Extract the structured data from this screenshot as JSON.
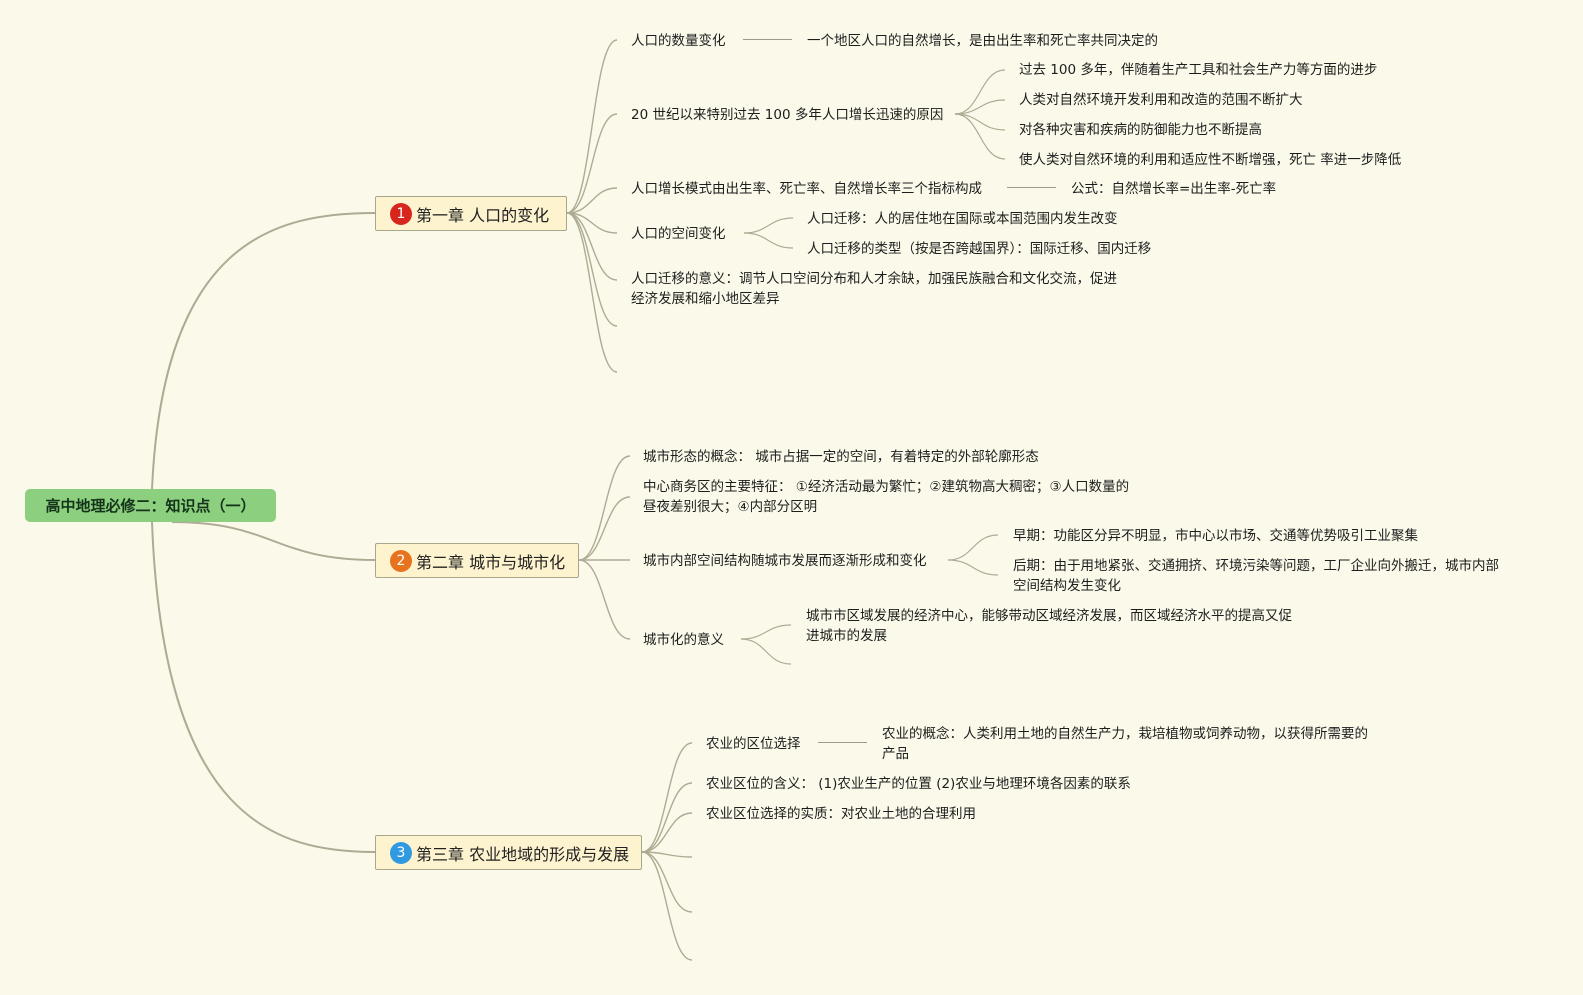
{
  "root": {
    "title": "高中地理必修二：知识点（一）",
    "color": "#8ccf7e"
  },
  "line_color": "#aeaa94",
  "chapters": [
    {
      "badge": "1",
      "badge_color": "#d7261e",
      "title": "第一章  人口的变化",
      "items": [
        "人口的数量变化",
        "一个地区人口的自然增长，是由出生率和死亡率共同决定的",
        "20 世纪以来特别过去 100 多年人口增长迅速的原因",
        "过去 100 多年，伴随着生产工具和社会生产力等方面的进步",
        "人类对自然环境开发利用和改造的范围不断扩大",
        "对各种灾害和疾病的防御能力也不断提高",
        "使人类对自然环境的利用和适应性不断增强，死亡 率进一步降低",
        "人口增长模式由出生率、死亡率、自然增长率三个指标构成",
        "公式：自然增长率=出生率-死亡率",
        "人口的空间变化",
        "人口迁移：人的居住地在国际或本国范围内发生改变",
        "人口迁移的类型（按是否跨越国界）：国际迁移、国内迁移",
        "人口迁移的意义：调节人口空间分布和人才余缺，加强民族融合和文化交流，促进经济发展和缩小地区差异"
      ]
    },
    {
      "badge": "2",
      "badge_color": "#e8731e",
      "title": "第二章 城市与城市化",
      "items": [
        "城市形态的概念：  城市占据一定的空间，有着特定的外部轮廓形态",
        "中心商务区的主要特征：  ①经济活动最为繁忙；②建筑物高大稠密；③人口数量的昼夜差别很大；④内部分区明",
        "城市内部空间结构随城市发展而逐渐形成和变化",
        "早期：功能区分异不明显，市中心以市场、交通等优势吸引工业聚集",
        "后期：由于用地紧张、交通拥挤、环境污染等问题，工厂企业向外搬迁，城市内部空间结构发生变化",
        "城市化的意义",
        "城市市区域发展的经济中心，能够带动区域经济发展，而区域经济水平的提高又促进城市的发展"
      ]
    },
    {
      "badge": "3",
      "badge_color": "#2f9ae0",
      "title": "第三章 农业地域的形成与发展",
      "items": [
        "农业的区位选择",
        "农业的概念：人类利用土地的自然生产力，栽培植物或饲养动物，以获得所需要的产品",
        "农业区位的含义：  (1)农业生产的位置 (2)农业与地理环境各因素的联系",
        "农业区位选择的实质：对农业土地的合理利用"
      ]
    }
  ]
}
